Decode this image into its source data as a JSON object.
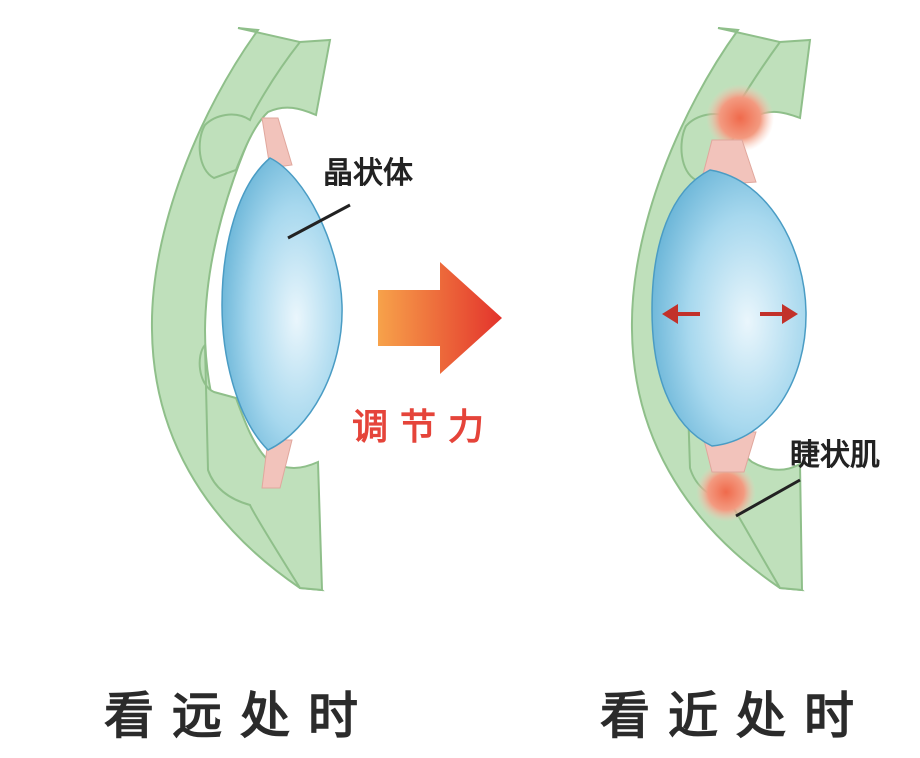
{
  "labels": {
    "lens": "晶状体",
    "ciliary_muscle": "睫状肌",
    "accommodation": "调节力",
    "far_view": "看远处时",
    "near_view": "看近处时"
  },
  "colors": {
    "eye_wall": "#bfe0bb",
    "eye_outline": "#8fbf8a",
    "lens": "#7dc2df",
    "zonule": "#f2c3bb",
    "muscle": "#ef8a6a",
    "arrow": "#e5443a",
    "text": "#222222"
  }
}
